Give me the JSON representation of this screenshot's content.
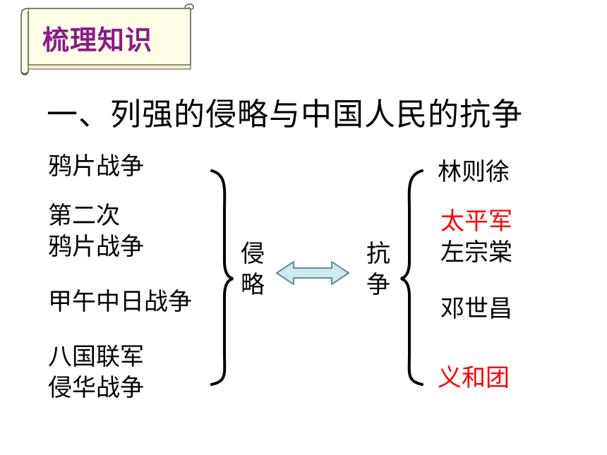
{
  "scroll_title": "梳理知识",
  "heading": "一、列强的侵略与中国人民的抗争",
  "wars": [
    {
      "line1": "鸦片战争"
    },
    {
      "line1": "第二次",
      "line2": "鸦片战争"
    },
    {
      "line1": "甲午中日战争"
    },
    {
      "line1": "八国联军",
      "line2": "侵华战争"
    }
  ],
  "invasion_label": [
    "侵",
    "略"
  ],
  "resistance_label": [
    "抗",
    "争"
  ],
  "resistance": [
    {
      "text": "林则徐"
    },
    {
      "text": "太平军"
    },
    {
      "text": "左宗棠"
    },
    {
      "text": "邓世昌"
    },
    {
      "text": "义和团"
    }
  ],
  "colors": {
    "title": "#8b1a8b",
    "scroll_fill": "#fffde6",
    "arrow_fill": "#cfe8ee",
    "arrow_stroke": "#5a8fa0",
    "highlight": "#ff0000"
  }
}
